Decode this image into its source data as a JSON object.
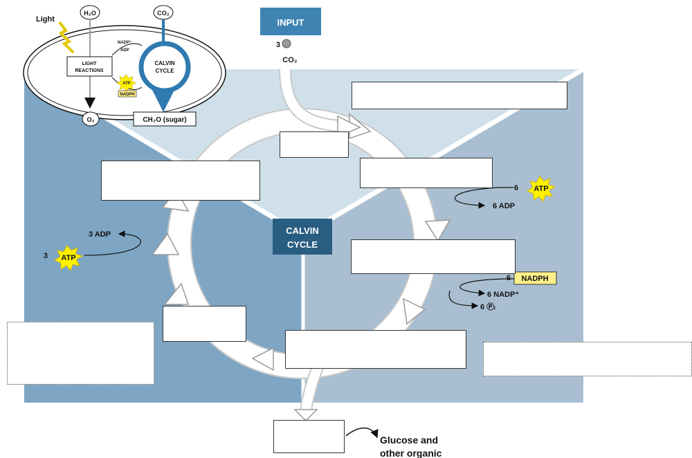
{
  "chloroplast": {
    "light": "Light",
    "h2o": "H₂O",
    "co2": "CO₂",
    "o2": "O₂",
    "nadp": "NADP⁺",
    "adp": "ADP",
    "atp": "ATP",
    "nadph": "NADPH",
    "light_reactions_1": "LIGHT",
    "light_reactions_2": "REACTIONS",
    "calvin_1": "CALVIN",
    "calvin_2": "CYCLE",
    "sugar": "CH₂O (sugar)"
  },
  "input": {
    "label": "INPUT",
    "count": "3",
    "molecule": "CO₂"
  },
  "cycle": {
    "center_1": "CALVIN",
    "center_2": "CYCLE",
    "right_atp_count": "6",
    "atp": "ATP",
    "right_adp": "6 ADP",
    "nadph_count": "6",
    "nadph": "NADPH",
    "nadp_out": "6 NADP⁺",
    "pi_out": "6 Ⓟᵢ",
    "left_adp": "3 ADP",
    "left_atp_count": "3",
    "left_atp": "ATP",
    "output_1": "Glucose and",
    "output_2": "other organic"
  },
  "colors": {
    "panel_top": "#cfe0ea",
    "panel_left": "#7ea6c4",
    "panel_right": "#a9bfd1",
    "cycle_tag": "#2a5d82",
    "input_tag": "#3f83b3",
    "atp_star": "#fff200",
    "nadph_box": "#fff08a",
    "chloro_cycle": "#2f7ab0"
  }
}
